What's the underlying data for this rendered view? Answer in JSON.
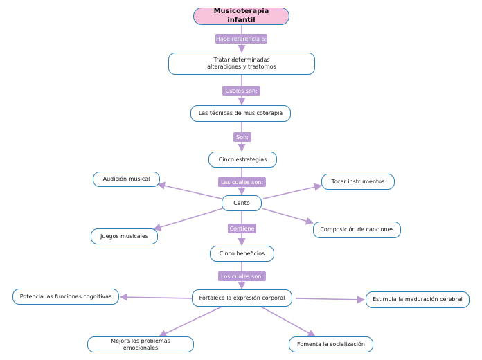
{
  "diagram": {
    "title": "Musicoterapia infantil",
    "nodes": {
      "n1": "Tratar determinadas alteraciones y trastornos",
      "n2": "Las técnicas de musicoterapia",
      "n3": "Cinco estrategias",
      "n4": "Canto",
      "n5": "Audición musical",
      "n6": "Tocar instrumentos",
      "n7": "Juegos musicales",
      "n8": "Composición de canciones",
      "n9": "Cinco beneficios",
      "n10": "Fortalece la expresión corporal",
      "n11": "Potencia las funciones cognitivas",
      "n12": "Estimula la maduración cerebral",
      "n13": "Mejora los problemas emocionales",
      "n14": "Fomenta la socialización"
    },
    "link_labels": {
      "l1": "Hace referencia a:",
      "l2": "Cuales son:",
      "l3": "Son:",
      "l4": "Las cuales son:",
      "l5": "Contiene",
      "l6": "Los cuales son:"
    }
  },
  "colors": {
    "node_border": "#2d7fb8",
    "root_fill": "#f8c4dc",
    "connector": "#b99ad2",
    "label_fill": "#b99ad2"
  }
}
